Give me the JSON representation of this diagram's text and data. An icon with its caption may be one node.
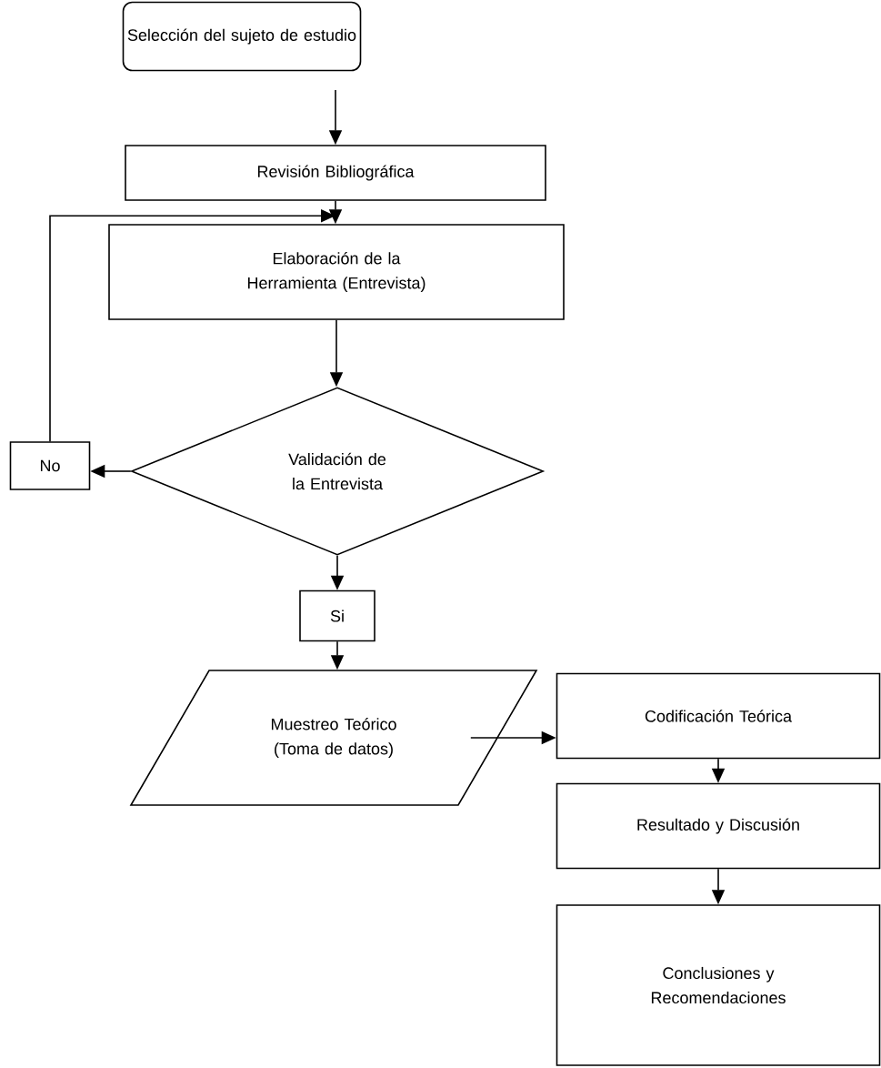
{
  "diagram": {
    "nodes": [
      {
        "text": [
          "Selección del sujeto de estudio"
        ]
      },
      {
        "text": [
          "Revisión Bibliográfica"
        ]
      },
      {
        "text": [
          "Elaboración de la Herramienta (Entrevista)"
        ]
      },
      {
        "text": [
          "Validación de la Entrevista"
        ]
      },
      {
        "text": [
          "No"
        ]
      },
      {
        "text": [
          "Si"
        ]
      },
      {
        "text": [
          "Muestreo Teórico (Toma de datos)"
        ]
      },
      {
        "text": [
          "Codificación Teórica"
        ]
      },
      {
        "text": [
          "Resultado y Discusión"
        ]
      },
      {
        "text": [
          "Conclusiones y Recomendaciones"
        ]
      }
    ],
    "edges": [
      {
        "from": 0,
        "to": 1,
        "arrow": "to"
      },
      {
        "from": 1,
        "to": 2,
        "arrow": "to"
      },
      {
        "from": 2,
        "to": 3,
        "arrow": "to"
      },
      {
        "from": 3,
        "to": 4,
        "arrow": "to"
      },
      {
        "from": 4,
        "to": 2,
        "arrow": "to"
      },
      {
        "from": 3,
        "to": 5,
        "arrow": "to"
      },
      {
        "from": 5,
        "to": 6,
        "arrow": "to"
      },
      {
        "from": 6,
        "to": 7,
        "arrow": "to"
      },
      {
        "from": 7,
        "to": 8,
        "arrow": "to"
      },
      {
        "from": 8,
        "to": 9,
        "arrow": "to"
      }
    ]
  }
}
